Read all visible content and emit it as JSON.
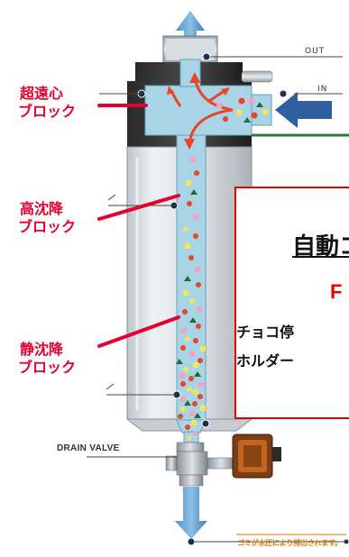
{
  "ports": {
    "out_label": "OUT",
    "in_label": "IN"
  },
  "blocks": {
    "super_centrifugal": [
      "超遠心",
      "ブロック"
    ],
    "high_settling": [
      "高沈降",
      "ブロック"
    ],
    "static_settling": [
      "静沈降",
      "ブロック"
    ]
  },
  "callout": {
    "title": "自動コ",
    "letter": "F",
    "line1": "チョコ停",
    "line2": "ホルダー"
  },
  "drain": {
    "label": "DRAIN VALVE",
    "note": "ゴミが水圧により排出されます。"
  },
  "colors": {
    "label_red": "#e6002d",
    "arrow_blue": "#3a7ab8",
    "flow_red": "#e8452a",
    "body_blue": "#a9d4e6",
    "callout_border": "#e60000"
  }
}
